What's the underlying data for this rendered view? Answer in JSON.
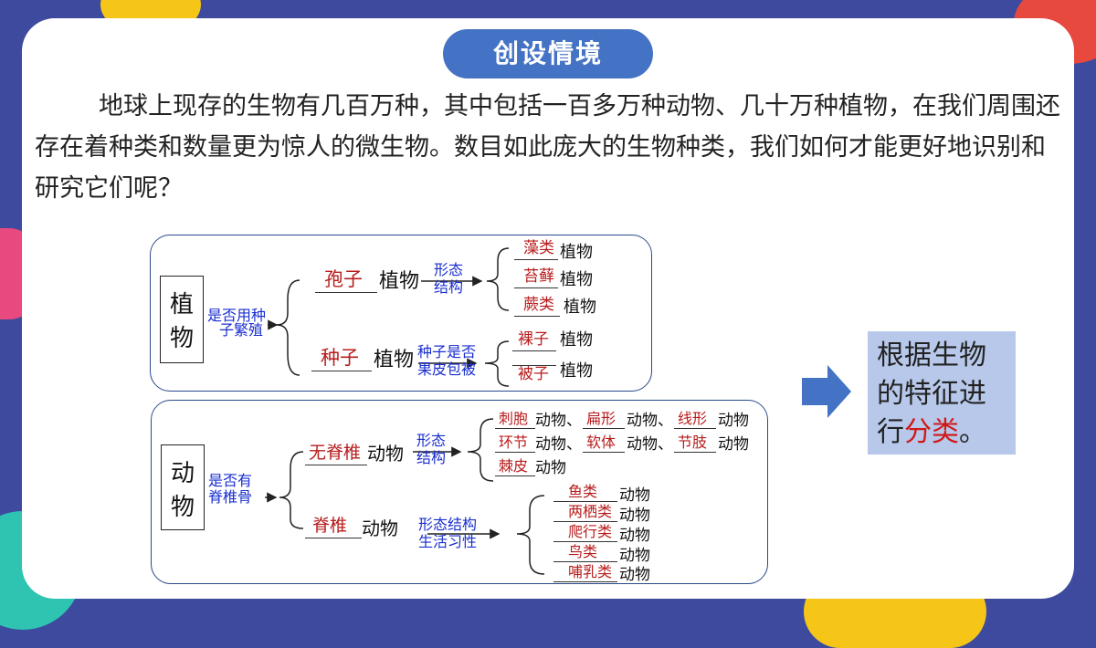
{
  "header": {
    "title": "创设情境"
  },
  "intro": {
    "text": "地球上现存的生物有几百万种，其中包括一百多万种动物、几十万种植物，在我们周围还存在着种类和数量更为惊人的微生物。数目如此庞大的生物种类，我们如何才能更好地识别和研究它们呢？"
  },
  "plants": {
    "label_a": "植",
    "label_b": "物",
    "question_a": "是否用种",
    "question_b": "子繁殖",
    "spore": {
      "name": "孢子",
      "suffix": "植物",
      "criterion_a": "形态",
      "criterion_b": "结构"
    },
    "seed": {
      "name": "种子",
      "suffix": "植物",
      "criterion_a": "种子是否",
      "criterion_b": "果皮包被"
    },
    "spore_groups": [
      {
        "name": "藻类",
        "suffix": "植物"
      },
      {
        "name": "苔藓",
        "suffix": "植物"
      },
      {
        "name": "蕨类",
        "suffix": "植物"
      }
    ],
    "seed_groups": [
      {
        "name": "裸子",
        "suffix": "植物"
      },
      {
        "name": "被子",
        "suffix": "植物"
      }
    ]
  },
  "animals": {
    "label_a": "动",
    "label_b": "物",
    "question_a": "是否有",
    "question_b": "脊椎骨",
    "invertebrate": {
      "name": "无脊椎",
      "suffix": "动物",
      "criterion_a": "形态",
      "criterion_b": "结构"
    },
    "vertebrate": {
      "name": "脊椎",
      "suffix": "动物",
      "criterion_a": "形态结构",
      "criterion_b": "生活习性"
    },
    "invertebrate_groups": {
      "row1": [
        {
          "name": "刺胞",
          "suffix": "动物、"
        },
        {
          "name": "扁形",
          "suffix": "动物、"
        },
        {
          "name": "线形",
          "suffix": "动物"
        }
      ],
      "row2": [
        {
          "name": "环节",
          "suffix": "动物、"
        },
        {
          "name": "软体",
          "suffix": "动物、"
        },
        {
          "name": "节肢",
          "suffix": "动物"
        }
      ],
      "row3": [
        {
          "name": "棘皮",
          "suffix": "动物"
        }
      ]
    },
    "vertebrate_groups": [
      {
        "name": "鱼类",
        "suffix": "动物"
      },
      {
        "name": "两栖类",
        "suffix": "动物"
      },
      {
        "name": "爬行类",
        "suffix": "动物"
      },
      {
        "name": "鸟类",
        "suffix": "动物"
      },
      {
        "name": "哺乳类",
        "suffix": "动物"
      }
    ]
  },
  "summary": {
    "prefix": "根据生物的特征进行",
    "highlight": "分类",
    "suffix": "。"
  },
  "colors": {
    "pill": "#4472c4",
    "arrow": "#4472c4",
    "summary_bg": "#b7c8ea",
    "answer_red": "#b81c1c",
    "highlight_red": "#d01818",
    "criterion_blue": "#1a2fd0"
  }
}
